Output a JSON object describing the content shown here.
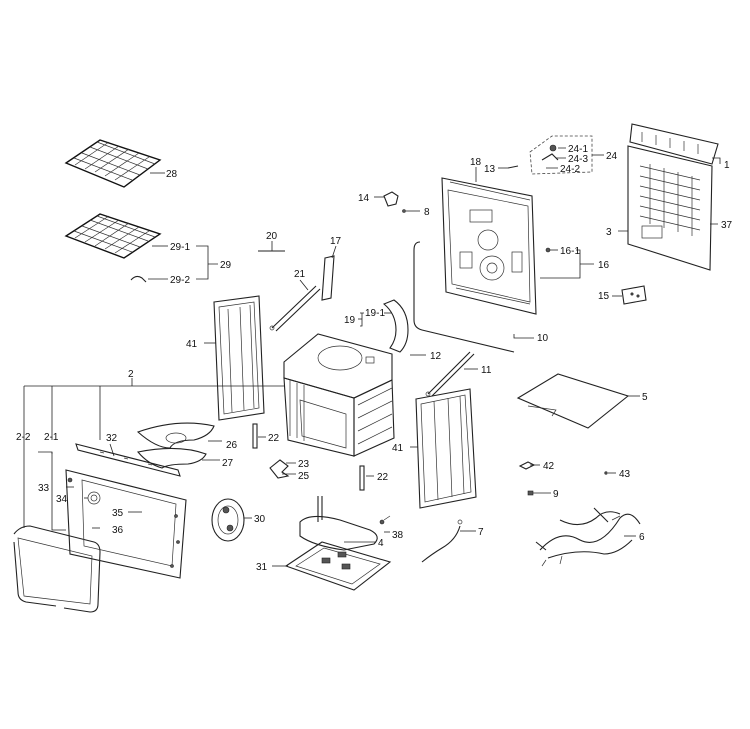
{
  "labels": {
    "l1": "1",
    "l2": "2",
    "l2_1": "2-1",
    "l2_2": "2-2",
    "l3": "3",
    "l4": "4",
    "l5": "5",
    "l6": "6",
    "l7": "7",
    "l8": "8",
    "l9": "9",
    "l10": "10",
    "l11": "11",
    "l12": "12",
    "l13": "13",
    "l14": "14",
    "l15": "15",
    "l16": "16",
    "l16_1": "16-1",
    "l17": "17",
    "l18": "18",
    "l19": "19",
    "l19_1": "19-1",
    "l20": "20",
    "l21": "21",
    "l22a": "22",
    "l22b": "22",
    "l23": "23",
    "l24": "24",
    "l24_1": "24-1",
    "l24_2": "24-2",
    "l24_3": "24-3",
    "l25": "25",
    "l26": "26",
    "l27": "27",
    "l28": "28",
    "l29": "29",
    "l29_1": "29-1",
    "l29_2": "29-2",
    "l30": "30",
    "l31": "31",
    "l32": "32",
    "l33": "33",
    "l34": "34",
    "l35": "35",
    "l36": "36",
    "l37": "37",
    "l38": "38",
    "l41a": "41",
    "l41b": "41",
    "l42": "42",
    "l43": "43"
  }
}
